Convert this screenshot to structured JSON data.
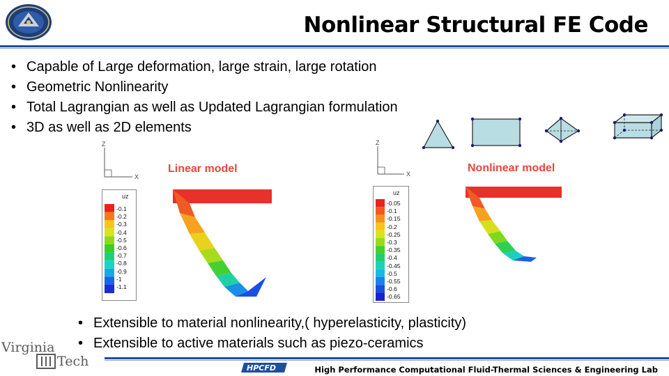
{
  "header": {
    "title": "Nonlinear Structural FE Code"
  },
  "bullets_top": [
    "Capable of Large deformation, large strain, large rotation",
    "Geometric Nonlinearity",
    "Total Lagrangian as well as Updated Lagrangian formulation",
    "3D as well as 2D elements"
  ],
  "linear": {
    "label": "Linear model",
    "axes": {
      "z": "Z",
      "x": "X"
    },
    "legend_title": "uz",
    "legend_values": [
      "-0.1",
      "-0.2",
      "-0.3",
      "-0.4",
      "-0.5",
      "-0.6",
      "-0.7",
      "-0.8",
      "-0.9",
      "-1",
      "-1.1"
    ]
  },
  "nonlinear": {
    "label": "Nonlinear model",
    "axes": {
      "z": "Z",
      "x": "X"
    },
    "legend_title": "uz",
    "legend_values": [
      "-0.05",
      "-0.1",
      "-0.15",
      "-0.2",
      "-0.25",
      "-0.3",
      "-0.35",
      "-0.4",
      "-0.45",
      "-0.5",
      "-0.55",
      "-0.6",
      "-0.65"
    ]
  },
  "bullets_bottom": [
    "Extensible to material nonlinearity,( hyperelasticity, plasticity)",
    "Extensible to active materials such as piezo-ceramics"
  ],
  "footer": {
    "lab": "High Performance Computational Fluid-Thermal Sciences & Engineering Lab",
    "logo_lettering": "HPCFD",
    "university_line1": "Virginia",
    "university_line2": "Tech"
  },
  "colors": {
    "rule": "#1f4e9a",
    "label_red": "#e8463a",
    "element_fill": "#b8dde3"
  }
}
